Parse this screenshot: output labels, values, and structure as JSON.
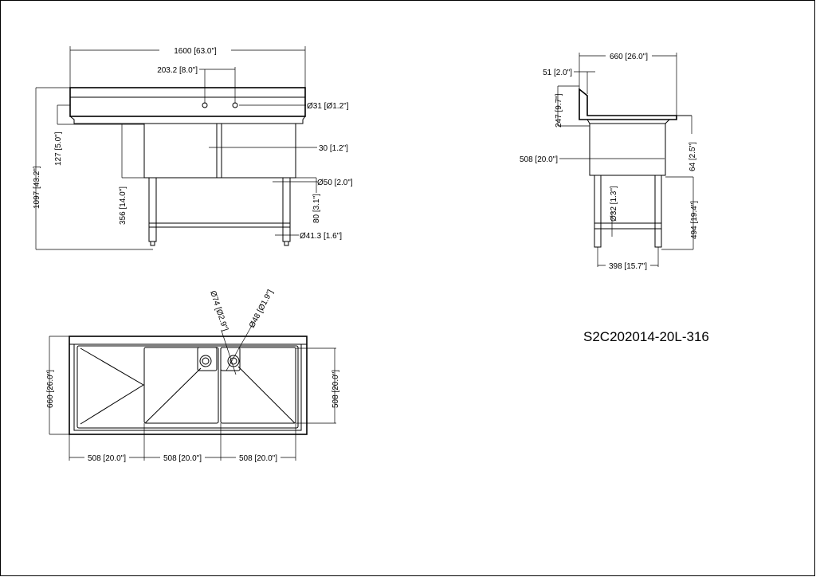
{
  "drawing": {
    "model": "S2C202014-20L-316",
    "front_view": {
      "overall_length": "1600 [63.0\"]",
      "faucet_spacing": "203.2 [8.0\"]",
      "faucet_hole": "Ø31 [Ø1.2\"]",
      "divider_width": "30 [1.2\"]",
      "leg_diameter": "Ø50 [2.0\"]",
      "foot_height": "80 [3.1\"]",
      "crossbar_diameter": "Ø41.3 [1.6\"]",
      "overall_height": "1097 [43.2\"]",
      "backsplash_to_hole": "127 [5.0\"]",
      "bowl_depth": "356 [14.0\"]"
    },
    "side_view": {
      "overall_depth": "660 [26.0\"]",
      "backsplash_thickness": "51 [2.0\"]",
      "backsplash_height": "247 [9.7\"]",
      "bowl_front_to_back": "508 [20.0\"]",
      "rim_height": "64 [2.5\"]",
      "side_crossbar_diameter": "Ø32 [1.3\"]",
      "leg_height": "494 [19.4\"]",
      "leg_spacing": "398 [15.7\"]"
    },
    "plan_view": {
      "drain_outer": "Ø74 [Ø2.9\"]",
      "drain_inner": "Ø48 [Ø1.9\"]",
      "overall_depth": "660 [26.0\"]",
      "bowl_depth": "508 [20.0\"]",
      "drainboard_width": "508 [20.0\"]",
      "bowl1_width": "508 [20.0\"]",
      "bowl2_width": "508 [20.0\"]"
    }
  }
}
